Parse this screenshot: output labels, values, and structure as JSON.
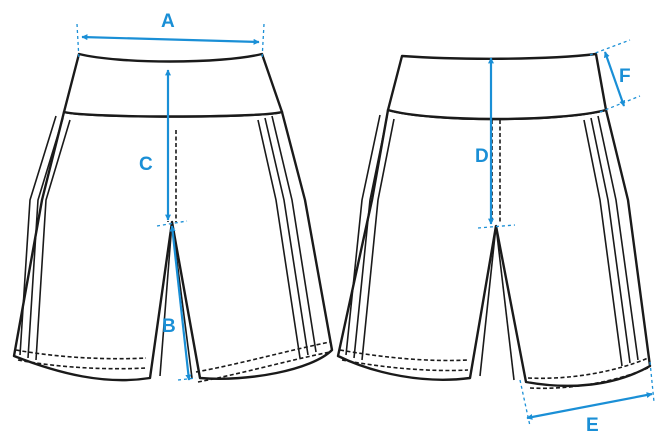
{
  "labels": {
    "a": "A",
    "b": "B",
    "c": "C",
    "d": "D",
    "e": "E",
    "f": "F"
  },
  "colors": {
    "accent": "#1a8fd6",
    "outline": "#1a1a1a",
    "fill": "#ffffff"
  }
}
